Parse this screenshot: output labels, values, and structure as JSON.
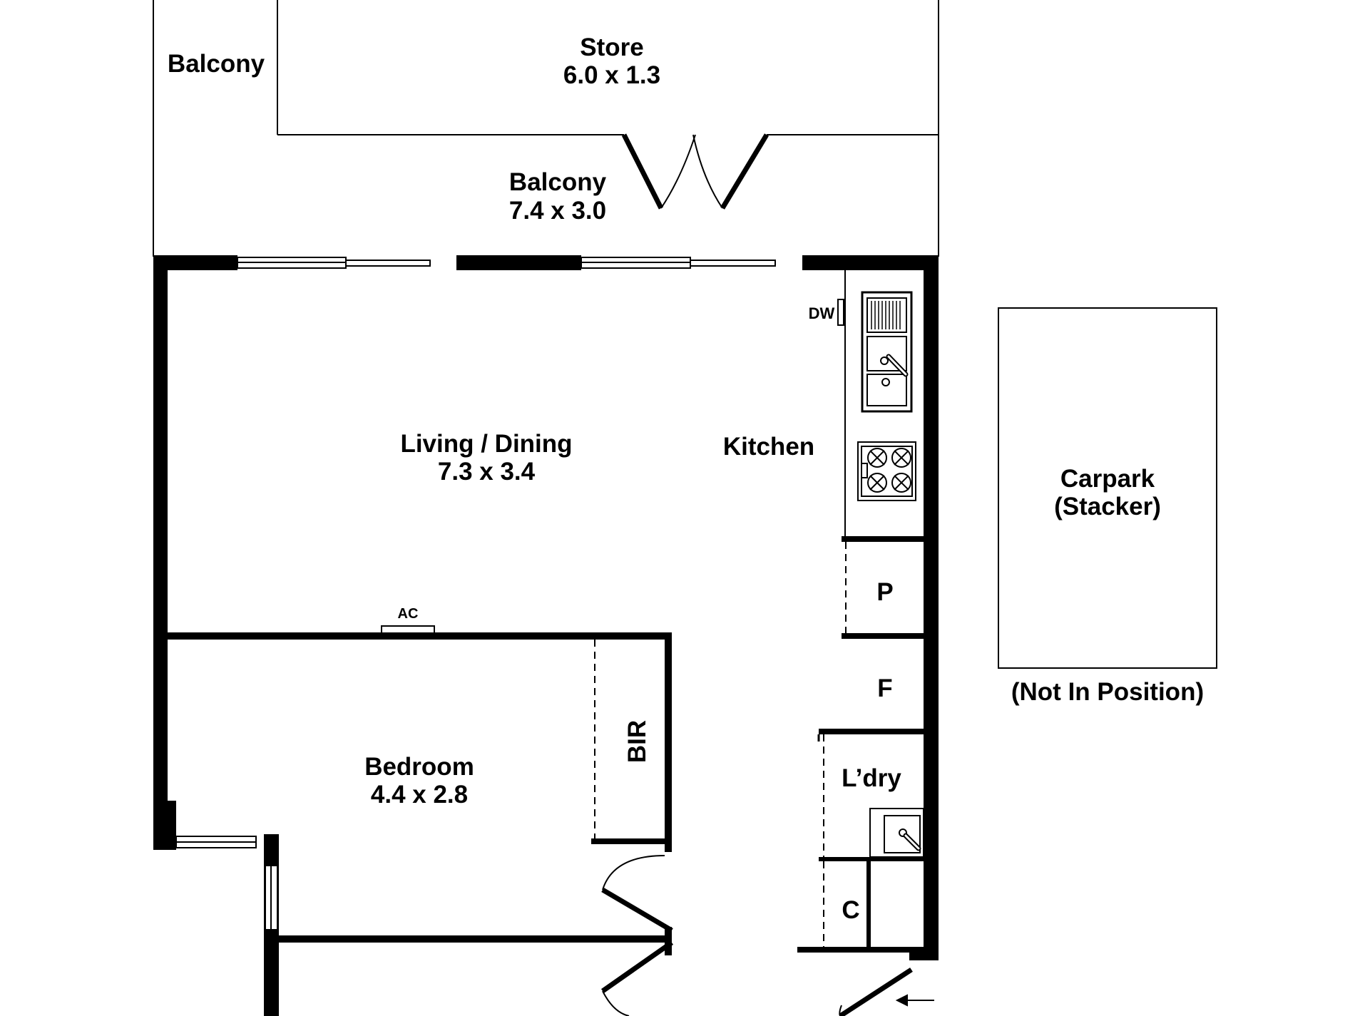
{
  "rooms": {
    "store": {
      "name": "Store",
      "dims": "6.0 x 1.3"
    },
    "balcony_side": {
      "name": "Balcony"
    },
    "balcony_main": {
      "name": "Balcony",
      "dims": "7.4 x 3.0"
    },
    "living_dining": {
      "name": "Living / Dining",
      "dims": "7.3 x 3.4"
    },
    "kitchen": {
      "name": "Kitchen"
    },
    "bedroom": {
      "name": "Bedroom",
      "dims": "4.4 x 2.8"
    },
    "bir": {
      "name": "BIR"
    },
    "pantry": {
      "name": "P"
    },
    "fridge": {
      "name": "F"
    },
    "laundry": {
      "name": "L’dry"
    },
    "cupboard": {
      "name": "C"
    }
  },
  "fixtures": {
    "dishwasher": "DW",
    "air_conditioner": "AC"
  },
  "carpark": {
    "line1": "Carpark",
    "line2": "(Stacker)",
    "note": "(Not In Position)"
  },
  "colors": {
    "wall": "#000000",
    "background": "#ffffff"
  },
  "icons": [
    "sink-icon",
    "cooktop-icon",
    "laundry-tub-icon",
    "entry-arrow-icon"
  ]
}
